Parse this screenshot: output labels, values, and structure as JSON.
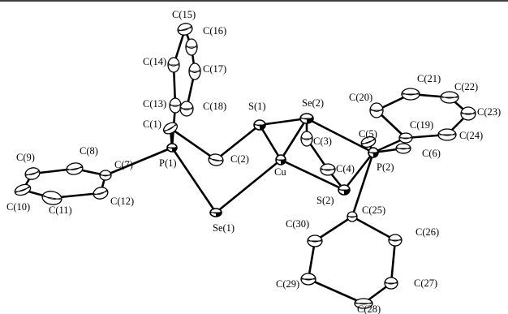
{
  "figure": {
    "atoms": [
      {
        "id": "C(15)",
        "label": "C(15)"
      },
      {
        "id": "C(16)",
        "label": "C(16)"
      },
      {
        "id": "C(14)",
        "label": "C(14)"
      },
      {
        "id": "C(17)",
        "label": "C(17)"
      },
      {
        "id": "C(13)",
        "label": "C(13)"
      },
      {
        "id": "C(18)",
        "label": "C(18)"
      },
      {
        "id": "C(1)",
        "label": "C(1)"
      },
      {
        "id": "P(1)",
        "label": "P(1)"
      },
      {
        "id": "C(2)",
        "label": "C(2)"
      },
      {
        "id": "Se(1)",
        "label": "Se(1)"
      },
      {
        "id": "C(7)",
        "label": "C(7)"
      },
      {
        "id": "C(8)",
        "label": "C(8)"
      },
      {
        "id": "C(9)",
        "label": "C(9)"
      },
      {
        "id": "C(10)",
        "label": "C(10)"
      },
      {
        "id": "C(11)",
        "label": "C(11)"
      },
      {
        "id": "C(12)",
        "label": "C(12)"
      },
      {
        "id": "S(1)",
        "label": "S(1)"
      },
      {
        "id": "Cu",
        "label": "Cu"
      },
      {
        "id": "Se(2)",
        "label": "Se(2)"
      },
      {
        "id": "C(3)",
        "label": "C(3)"
      },
      {
        "id": "C(4)",
        "label": "C(4)"
      },
      {
        "id": "S(2)",
        "label": "S(2)"
      },
      {
        "id": "P(2)",
        "label": "P(2)"
      },
      {
        "id": "C(5)",
        "label": "C(5)"
      },
      {
        "id": "C(6)",
        "label": "C(6)"
      },
      {
        "id": "C(19)",
        "label": "C(19)"
      },
      {
        "id": "C(20)",
        "label": "C(20)"
      },
      {
        "id": "C(21)",
        "label": "C(21)"
      },
      {
        "id": "C(22)",
        "label": "C(22)"
      },
      {
        "id": "C(23)",
        "label": "C(23)"
      },
      {
        "id": "C(24)",
        "label": "C(24)"
      },
      {
        "id": "C(25)",
        "label": "C(25)"
      },
      {
        "id": "C(26)",
        "label": "C(26)"
      },
      {
        "id": "C(27)",
        "label": "C(27)"
      },
      {
        "id": "C(28)",
        "label": "C(28)"
      },
      {
        "id": "C(29)",
        "label": "C(29)"
      },
      {
        "id": "C(30)",
        "label": "C(30)"
      }
    ],
    "bonds": [
      [
        "C(15)",
        "C(16)"
      ],
      [
        "C(15)",
        "C(14)"
      ],
      [
        "C(14)",
        "C(13)"
      ],
      [
        "C(16)",
        "C(17)"
      ],
      [
        "C(17)",
        "C(18)"
      ],
      [
        "C(13)",
        "C(18)"
      ],
      [
        "C(13)",
        "P(1)"
      ],
      [
        "C(1)",
        "P(1)"
      ],
      [
        "C(1)",
        "C(2)"
      ],
      [
        "C(2)",
        "S(1)"
      ],
      [
        "P(1)",
        "Se(1)"
      ],
      [
        "Se(1)",
        "Cu"
      ],
      [
        "P(1)",
        "C(7)"
      ],
      [
        "C(7)",
        "C(8)"
      ],
      [
        "C(8)",
        "C(9)"
      ],
      [
        "C(9)",
        "C(10)"
      ],
      [
        "C(10)",
        "C(11)"
      ],
      [
        "C(11)",
        "C(12)"
      ],
      [
        "C(12)",
        "C(7)"
      ],
      [
        "S(1)",
        "Cu"
      ],
      [
        "S(1)",
        "Se(2)"
      ],
      [
        "Cu",
        "Se(2)"
      ],
      [
        "Cu",
        "S(2)"
      ],
      [
        "Se(2)",
        "C(3)"
      ],
      [
        "C(3)",
        "C(4)"
      ],
      [
        "C(4)",
        "S(2)"
      ],
      [
        "Se(2)",
        "P(2)"
      ],
      [
        "S(2)",
        "P(2)"
      ],
      [
        "C(5)",
        "P(2)"
      ],
      [
        "P(2)",
        "C(6)"
      ],
      [
        "P(2)",
        "C(19)"
      ],
      [
        "C(19)",
        "C(20)"
      ],
      [
        "C(20)",
        "C(21)"
      ],
      [
        "C(21)",
        "C(22)"
      ],
      [
        "C(22)",
        "C(23)"
      ],
      [
        "C(23)",
        "C(24)"
      ],
      [
        "C(24)",
        "C(19)"
      ],
      [
        "P(2)",
        "C(25)"
      ],
      [
        "C(25)",
        "C(26)"
      ],
      [
        "C(26)",
        "C(27)"
      ],
      [
        "C(27)",
        "C(28)"
      ],
      [
        "C(28)",
        "C(29)"
      ],
      [
        "C(29)",
        "C(30)"
      ],
      [
        "C(30)",
        "C(25)"
      ]
    ]
  }
}
